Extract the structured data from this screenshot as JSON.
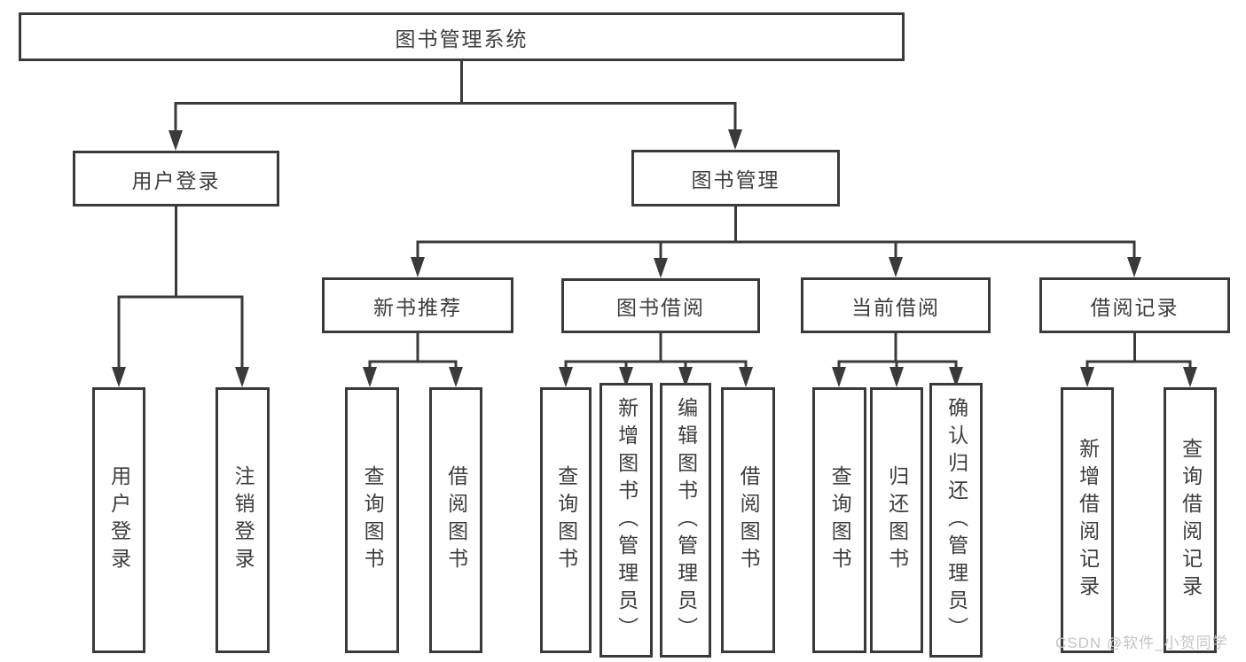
{
  "colors": {
    "line": "#3a3a3a",
    "text": "#3d3d3d",
    "watermark": "#c7c3c3"
  },
  "watermark": {
    "text": "CSDN @软件_小贺同学"
  },
  "tree": {
    "label": "图书管理系统",
    "children": [
      {
        "label": "用户登录",
        "children": [
          {
            "label": "用户登录"
          },
          {
            "label": "注销登录"
          }
        ]
      },
      {
        "label": "图书管理",
        "children": [
          {
            "label": "新书推荐",
            "children": [
              {
                "label": "查询图书"
              },
              {
                "label": "借阅图书"
              }
            ]
          },
          {
            "label": "图书借阅",
            "children": [
              {
                "label": "查询图书"
              },
              {
                "label": "新增图书（管理员）"
              },
              {
                "label": "编辑图书（管理员）"
              },
              {
                "label": "借阅图书"
              }
            ]
          },
          {
            "label": "当前借阅",
            "children": [
              {
                "label": "查询图书"
              },
              {
                "label": "归还图书"
              },
              {
                "label": "确认归还（管理员）"
              }
            ]
          },
          {
            "label": "借阅记录",
            "children": [
              {
                "label": "新增借阅记录"
              },
              {
                "label": "查询借阅记录"
              }
            ]
          }
        ]
      }
    ]
  }
}
